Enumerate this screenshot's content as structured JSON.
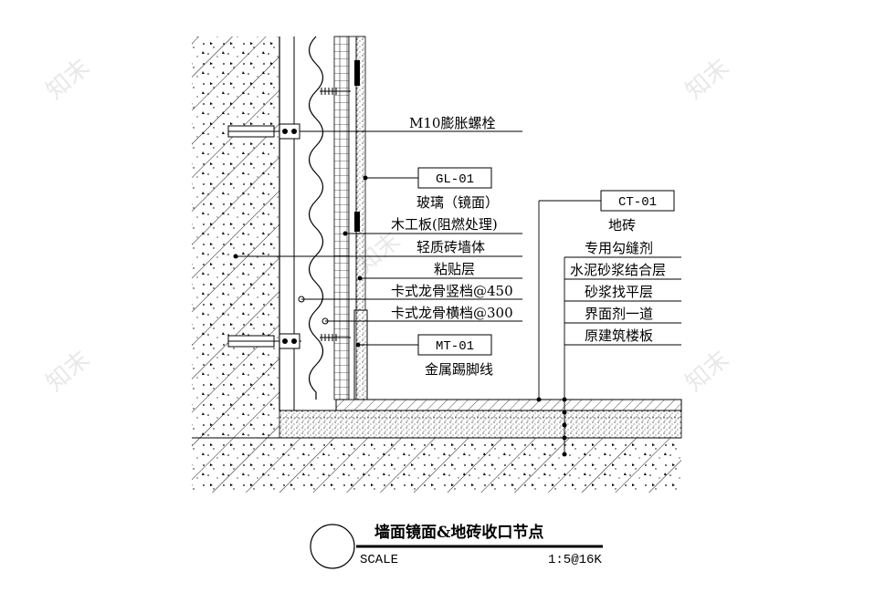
{
  "watermark": "知末",
  "callouts": {
    "bolt": "M10膨胀螺栓",
    "gl_code": "GL-01",
    "glass": "玻璃（镜面）",
    "wood_board": "木工板(阻燃处理)",
    "light_brick": "轻质砖墙体",
    "adhesive": "粘贴层",
    "keel_vertical": "卡式龙骨竖档@450",
    "keel_horizontal": "卡式龙骨横档@300",
    "mt_code": "MT-01",
    "metal_skirting": "金属踢脚线",
    "ct_code": "CT-01",
    "floor_tile": "地砖",
    "grout": "专用勾缝剂",
    "mortar_bond": "水泥砂浆结合层",
    "leveling": "砂浆找平层",
    "interface_agent": "界面剂一道",
    "floor_slab": "原建筑楼板"
  },
  "title_block": {
    "title": "墙面镜面&地砖收口节点",
    "scale_label": "SCALE",
    "scale_value": "1:5@16K"
  }
}
